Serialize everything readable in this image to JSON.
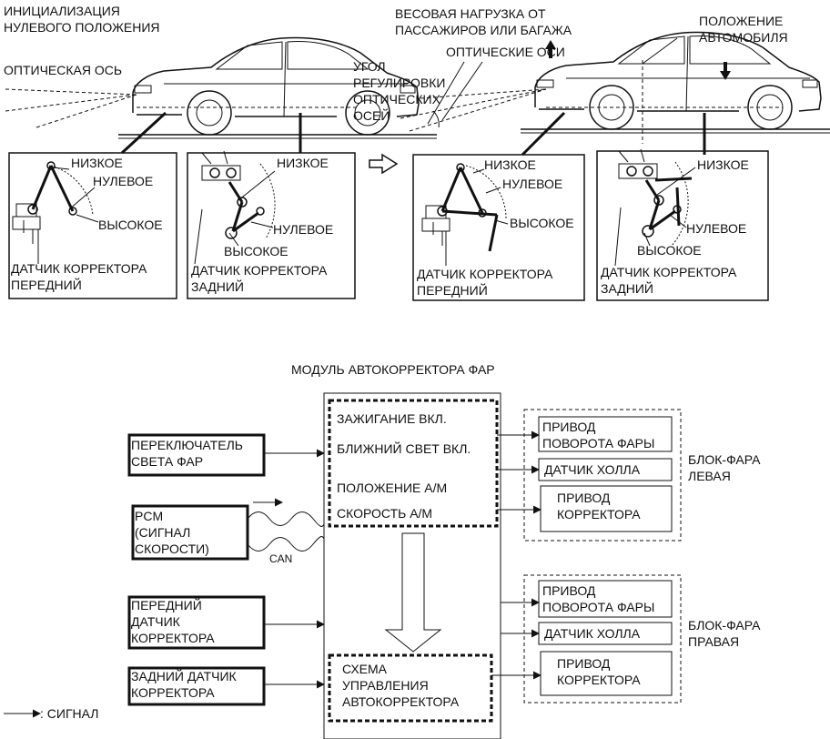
{
  "top": {
    "left": {
      "title": [
        "ИНИЦИАЛИЗАЦИЯ",
        "НУЛЕВОГО ПОЛОЖЕНИЯ"
      ],
      "optical_axis": "ОПТИЧЕСКАЯ ОСЬ"
    },
    "right": {
      "load": [
        "ВЕСОВАЯ НАГРУЗКА ОТ",
        "ПАССАЖИРОВ ИЛИ БАГАЖА"
      ],
      "position": [
        "ПОЛОЖЕНИЕ",
        "АВТОМОБИЛЯ"
      ],
      "optical_axes": "ОПТИЧЕСКИЕ ОСИ",
      "angle": [
        "УГОЛ",
        "РЕГУЛИРОВКИ",
        "ОПТИЧЕСКИХ",
        "ОСЕЙ"
      ]
    },
    "sensors": {
      "low": "НИЗКОЕ",
      "zero": "НУЛЕВОЕ",
      "high": "ВЫСОКОЕ",
      "front": [
        "ДАТЧИК КОРРЕКТОРА",
        "ПЕРЕДНИЙ"
      ],
      "rear": [
        "ДАТЧИК КОРРЕКТОРА",
        "ЗАДНИЙ"
      ]
    }
  },
  "schematic": {
    "module_title": "МОДУЛЬ АВТОКОРРЕКТОРА ФАР",
    "inputs": {
      "switch": [
        "ПЕРЕКЛЮЧАТЕЛЬ",
        "СВЕТА ФАР"
      ],
      "pcm": [
        "PCM",
        "(СИГНАЛ",
        "СКОРОСТИ)"
      ],
      "can": "CAN",
      "front_sensor": [
        "ПЕРЕДНИЙ",
        "ДАТЧИК",
        "КОРРЕКТОРА"
      ],
      "rear_sensor": [
        "ЗАДНИЙ ДАТЧИК",
        "КОРРЕКТОРА"
      ]
    },
    "module_signals": [
      "ЗАЖИГАНИЕ ВКЛ.",
      "БЛИЖНИЙ СВЕТ ВКЛ.",
      "ПОЛОЖЕНИЕ А/М",
      "СКОРОСТЬ А/М"
    ],
    "control": [
      "СХЕМА",
      "УПРАВЛЕНИЯ",
      "АВТОКОРРЕКТОРА"
    ],
    "left_unit": {
      "title": [
        "БЛОК-ФАРА",
        "ЛЕВАЯ"
      ],
      "swivel": [
        "ПРИВОД",
        "ПОВОРОТА ФАРЫ"
      ],
      "hall": "ДАТЧИК ХОЛЛА",
      "leveler": [
        "ПРИВОД",
        "КОРРЕКТОРА"
      ]
    },
    "right_unit": {
      "title": [
        "БЛОК-ФАРА",
        "ПРАВАЯ"
      ],
      "swivel": [
        "ПРИВОД",
        "ПОВОРОТА ФАРЫ"
      ],
      "hall": "ДАТЧИК ХОЛЛА",
      "leveler": [
        "ПРИВОД",
        "КОРРЕКТОРА"
      ]
    },
    "legend": ": СИГНАЛ"
  }
}
